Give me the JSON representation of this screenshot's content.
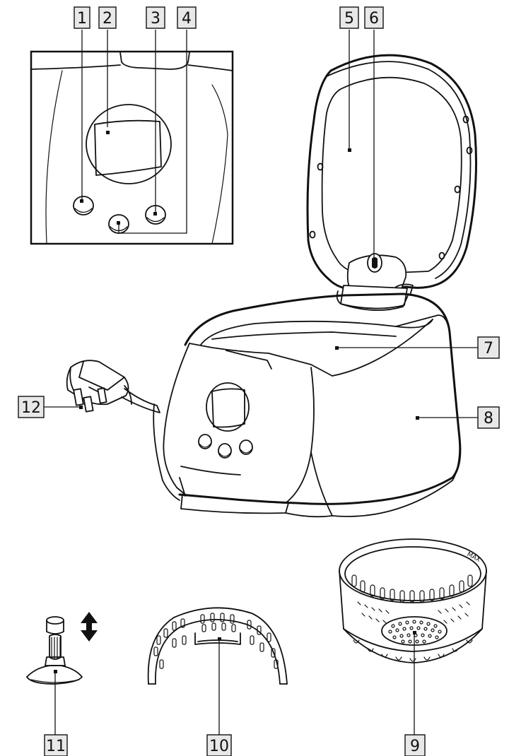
{
  "figure": {
    "callouts": [
      {
        "id": "c1",
        "label": "1"
      },
      {
        "id": "c2",
        "label": "2"
      },
      {
        "id": "c3",
        "label": "3"
      },
      {
        "id": "c4",
        "label": "4"
      },
      {
        "id": "c5",
        "label": "5"
      },
      {
        "id": "c6",
        "label": "6"
      },
      {
        "id": "c7",
        "label": "7"
      },
      {
        "id": "c8",
        "label": "8"
      },
      {
        "id": "c9",
        "label": "9"
      },
      {
        "id": "c10",
        "label": "10"
      },
      {
        "id": "c11",
        "label": "11"
      },
      {
        "id": "c12",
        "label": "12"
      }
    ],
    "basket_mark": "MAX"
  }
}
